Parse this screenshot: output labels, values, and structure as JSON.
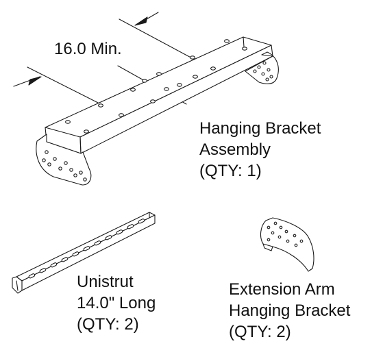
{
  "dimension": {
    "text": "16.0 Min."
  },
  "assembly_label": {
    "lines": [
      "Hanging Bracket",
      "Assembly",
      "(QTY:  1)"
    ]
  },
  "unistrut_label": {
    "lines": [
      "Unistrut",
      "14.0\" Long",
      "(QTY:  2)"
    ]
  },
  "extension_label": {
    "lines": [
      "Extension Arm",
      "Hanging Bracket",
      "(QTY:  2)"
    ]
  },
  "colors": {
    "line": "#1a1a1a",
    "background": "#ffffff"
  }
}
